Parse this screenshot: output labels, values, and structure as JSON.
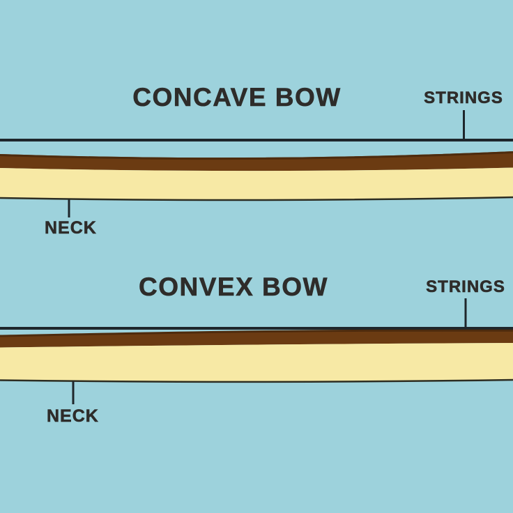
{
  "colors": {
    "background": "#9dd2dc",
    "string": "#1e262b",
    "fretboard": "#6b3b12",
    "fretboard_edge": "#4e2b0d",
    "neck": "#f7e9a5",
    "neck_outline": "#2d2d22",
    "text": "#2e2c2a"
  },
  "concave": {
    "title": "CONCAVE BOW",
    "strings_label": "STRINGS",
    "neck_label": "NECK"
  },
  "convex": {
    "title": "CONVEX BOW",
    "strings_label": "STRINGS",
    "neck_label": "NECK"
  }
}
